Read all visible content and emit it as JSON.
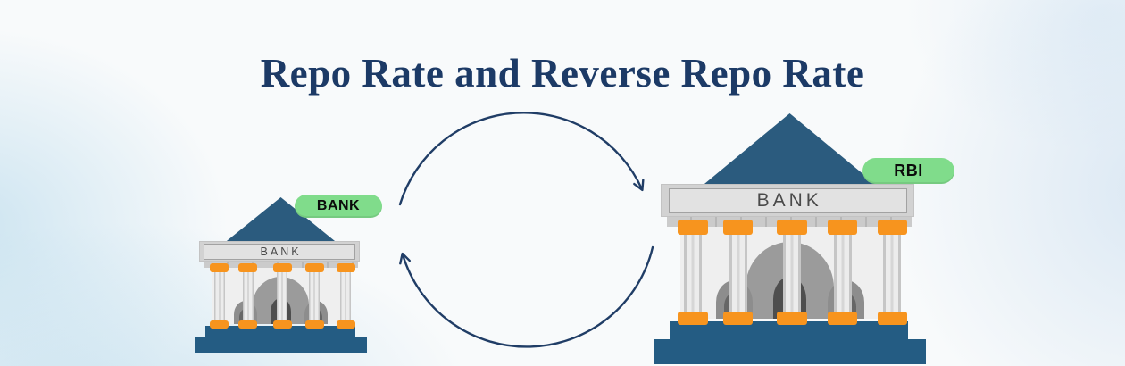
{
  "title": "Repo Rate and Reverse Repo Rate",
  "left_bank": {
    "badge_label": "BANK",
    "sign_label": "BANK"
  },
  "rbi": {
    "badge_label": "RBI",
    "sign_label": "BANK"
  },
  "icons": {
    "top_arrow": "curved-arrow-clockwise-top-icon",
    "bottom_arrow": "curved-arrow-clockwise-bottom-icon",
    "left_building": "bank-building-icon",
    "right_building": "bank-building-icon"
  },
  "colors": {
    "title_navy": "#1C3A66",
    "arrow_navy": "#203D66",
    "roof_blue": "#2B5B7E",
    "step_blue": "#245C83",
    "badge_green": "#80DC8B",
    "capital_orange": "#F7941E",
    "sign_gray": "#4A4A4A"
  }
}
